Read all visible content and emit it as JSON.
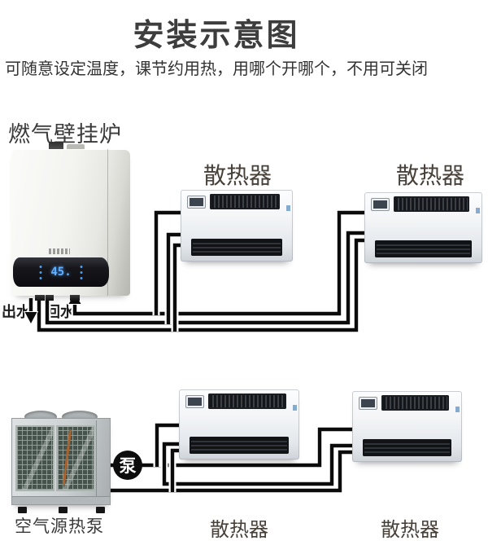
{
  "title": "安装示意图",
  "subtitle": "可随意设定温度，课节约用热，用哪个开哪个，不用可关闭",
  "boiler": {
    "label": "燃气壁挂炉",
    "display_temp": "45.",
    "outlet_label": "出水",
    "return_label": "回水"
  },
  "heat_pump": {
    "label": "空气源热泵",
    "pump_badge": "泵"
  },
  "radiators": [
    {
      "id": "top-left",
      "label": "散热器"
    },
    {
      "id": "top-right",
      "label": "散热器"
    },
    {
      "id": "bottom-left",
      "label": "散热器"
    },
    {
      "id": "bottom-right",
      "label": "散热器"
    }
  ],
  "colors": {
    "pipe": "#0b0b0b",
    "text_primary": "#3d3d3d",
    "led_blue": "#5fb0ff",
    "pump_badge_bg": "#0d0d0d"
  }
}
